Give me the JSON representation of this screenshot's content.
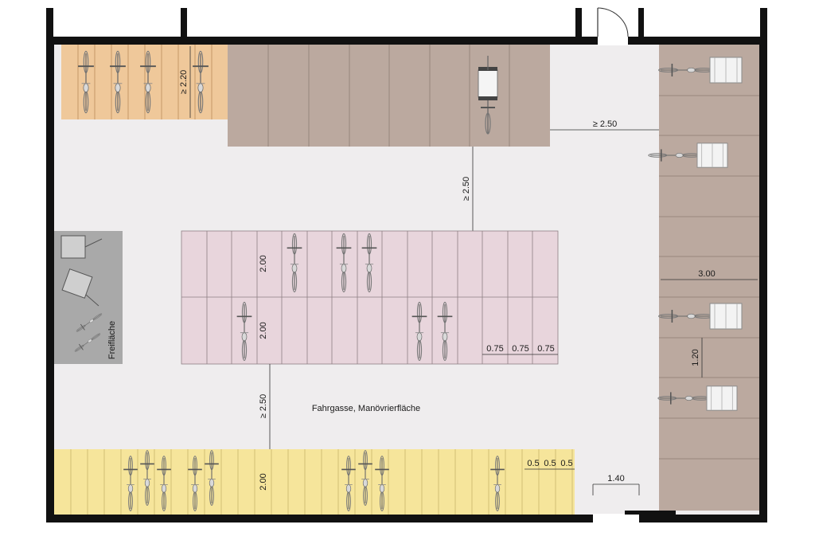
{
  "labels": {
    "aisle": "Fahrgasse, Manövrierfläche",
    "free_area": "Freifläche"
  },
  "dimensions": {
    "top_left_depth": "≥ 2.20",
    "top_gap": "≥ 2.50",
    "central_aisle": "≥ 2.50",
    "center_upper_row": "2.00",
    "center_lower_row": "2.00",
    "center_slot_1": "0.75",
    "center_slot_2": "0.75",
    "center_slot_3": "0.75",
    "lower_aisle": "≥ 2.50",
    "bottom_row": "2.00",
    "bottom_slot_1": "0.5",
    "bottom_slot_2": "0.5",
    "bottom_slot_3": "0.5",
    "right_depth": "3.00",
    "right_slot": "1.20",
    "door_width": "1.40"
  },
  "colors": {
    "wall": "#111111",
    "floor": "#efedee",
    "orange_parking": "#efc89a",
    "taupe_parking": "#bba99f",
    "pink_parking": "#e8d5dc",
    "yellow_parking": "#f6e59b",
    "free_area": "#a9a9a9"
  },
  "icons": {
    "bicycle": "bicycle-icon",
    "cargo_bike": "cargo-bike-icon",
    "bike_trailer": "bike-trailer-icon",
    "door": "door-swing-icon"
  }
}
